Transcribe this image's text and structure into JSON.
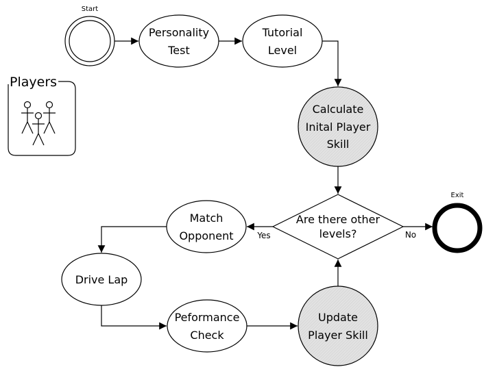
{
  "diagram": {
    "start_label": "Start",
    "exit_label": "Exit",
    "actor_group_title": "Players",
    "nodes": {
      "personality_test": [
        "Personality",
        "Test"
      ],
      "tutorial_level": [
        "Tutorial",
        "Level"
      ],
      "calculate_skill": [
        "Calculate",
        "Inital Player",
        "Skill"
      ],
      "decision": [
        "Are there other",
        "levels?"
      ],
      "match_opponent": [
        "Match",
        "Opponent"
      ],
      "drive_lap": [
        "Drive Lap"
      ],
      "performance_check": [
        "Peformance",
        "Check"
      ],
      "update_skill": [
        "Update",
        "Player Skill"
      ]
    },
    "edge_labels": {
      "yes": "Yes",
      "no": "No"
    },
    "colors": {
      "stroke": "#000000",
      "fill": "#ffffff",
      "hatch_fill": "#dcdcdc"
    }
  }
}
